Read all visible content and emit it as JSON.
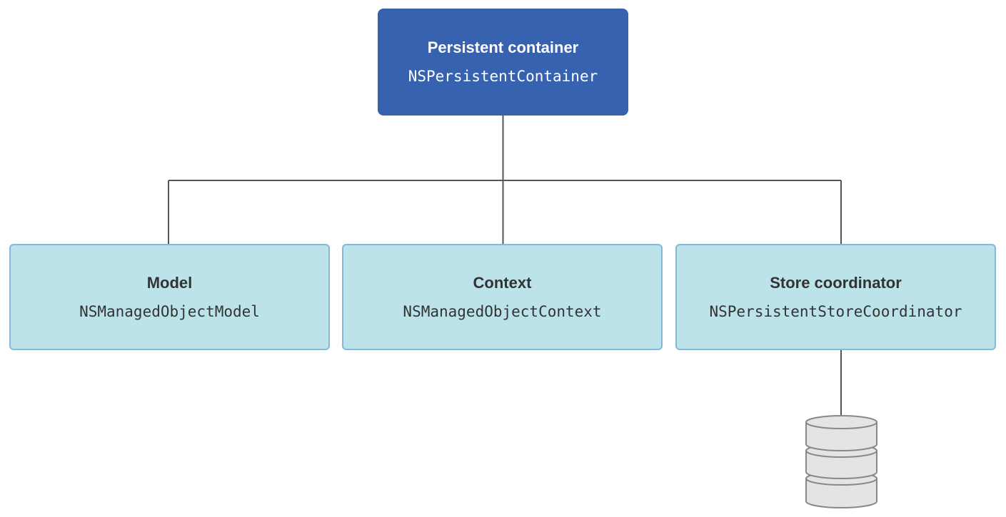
{
  "colors": {
    "root_fill": "#3762b0",
    "child_fill": "#bde3ea",
    "child_border": "#86b6db",
    "connector": "#555555",
    "database_fill": "#e4e4e4",
    "database_stroke": "#888888"
  },
  "root": {
    "title": "Persistent container",
    "class_name": "NSPersistentContainer"
  },
  "children": [
    {
      "title": "Model",
      "class_name": "NSManagedObjectModel"
    },
    {
      "title": "Context",
      "class_name": "NSManagedObjectContext"
    },
    {
      "title": "Store coordinator",
      "class_name": "NSPersistentStoreCoordinator"
    }
  ],
  "database": {
    "icon": "database-icon"
  }
}
